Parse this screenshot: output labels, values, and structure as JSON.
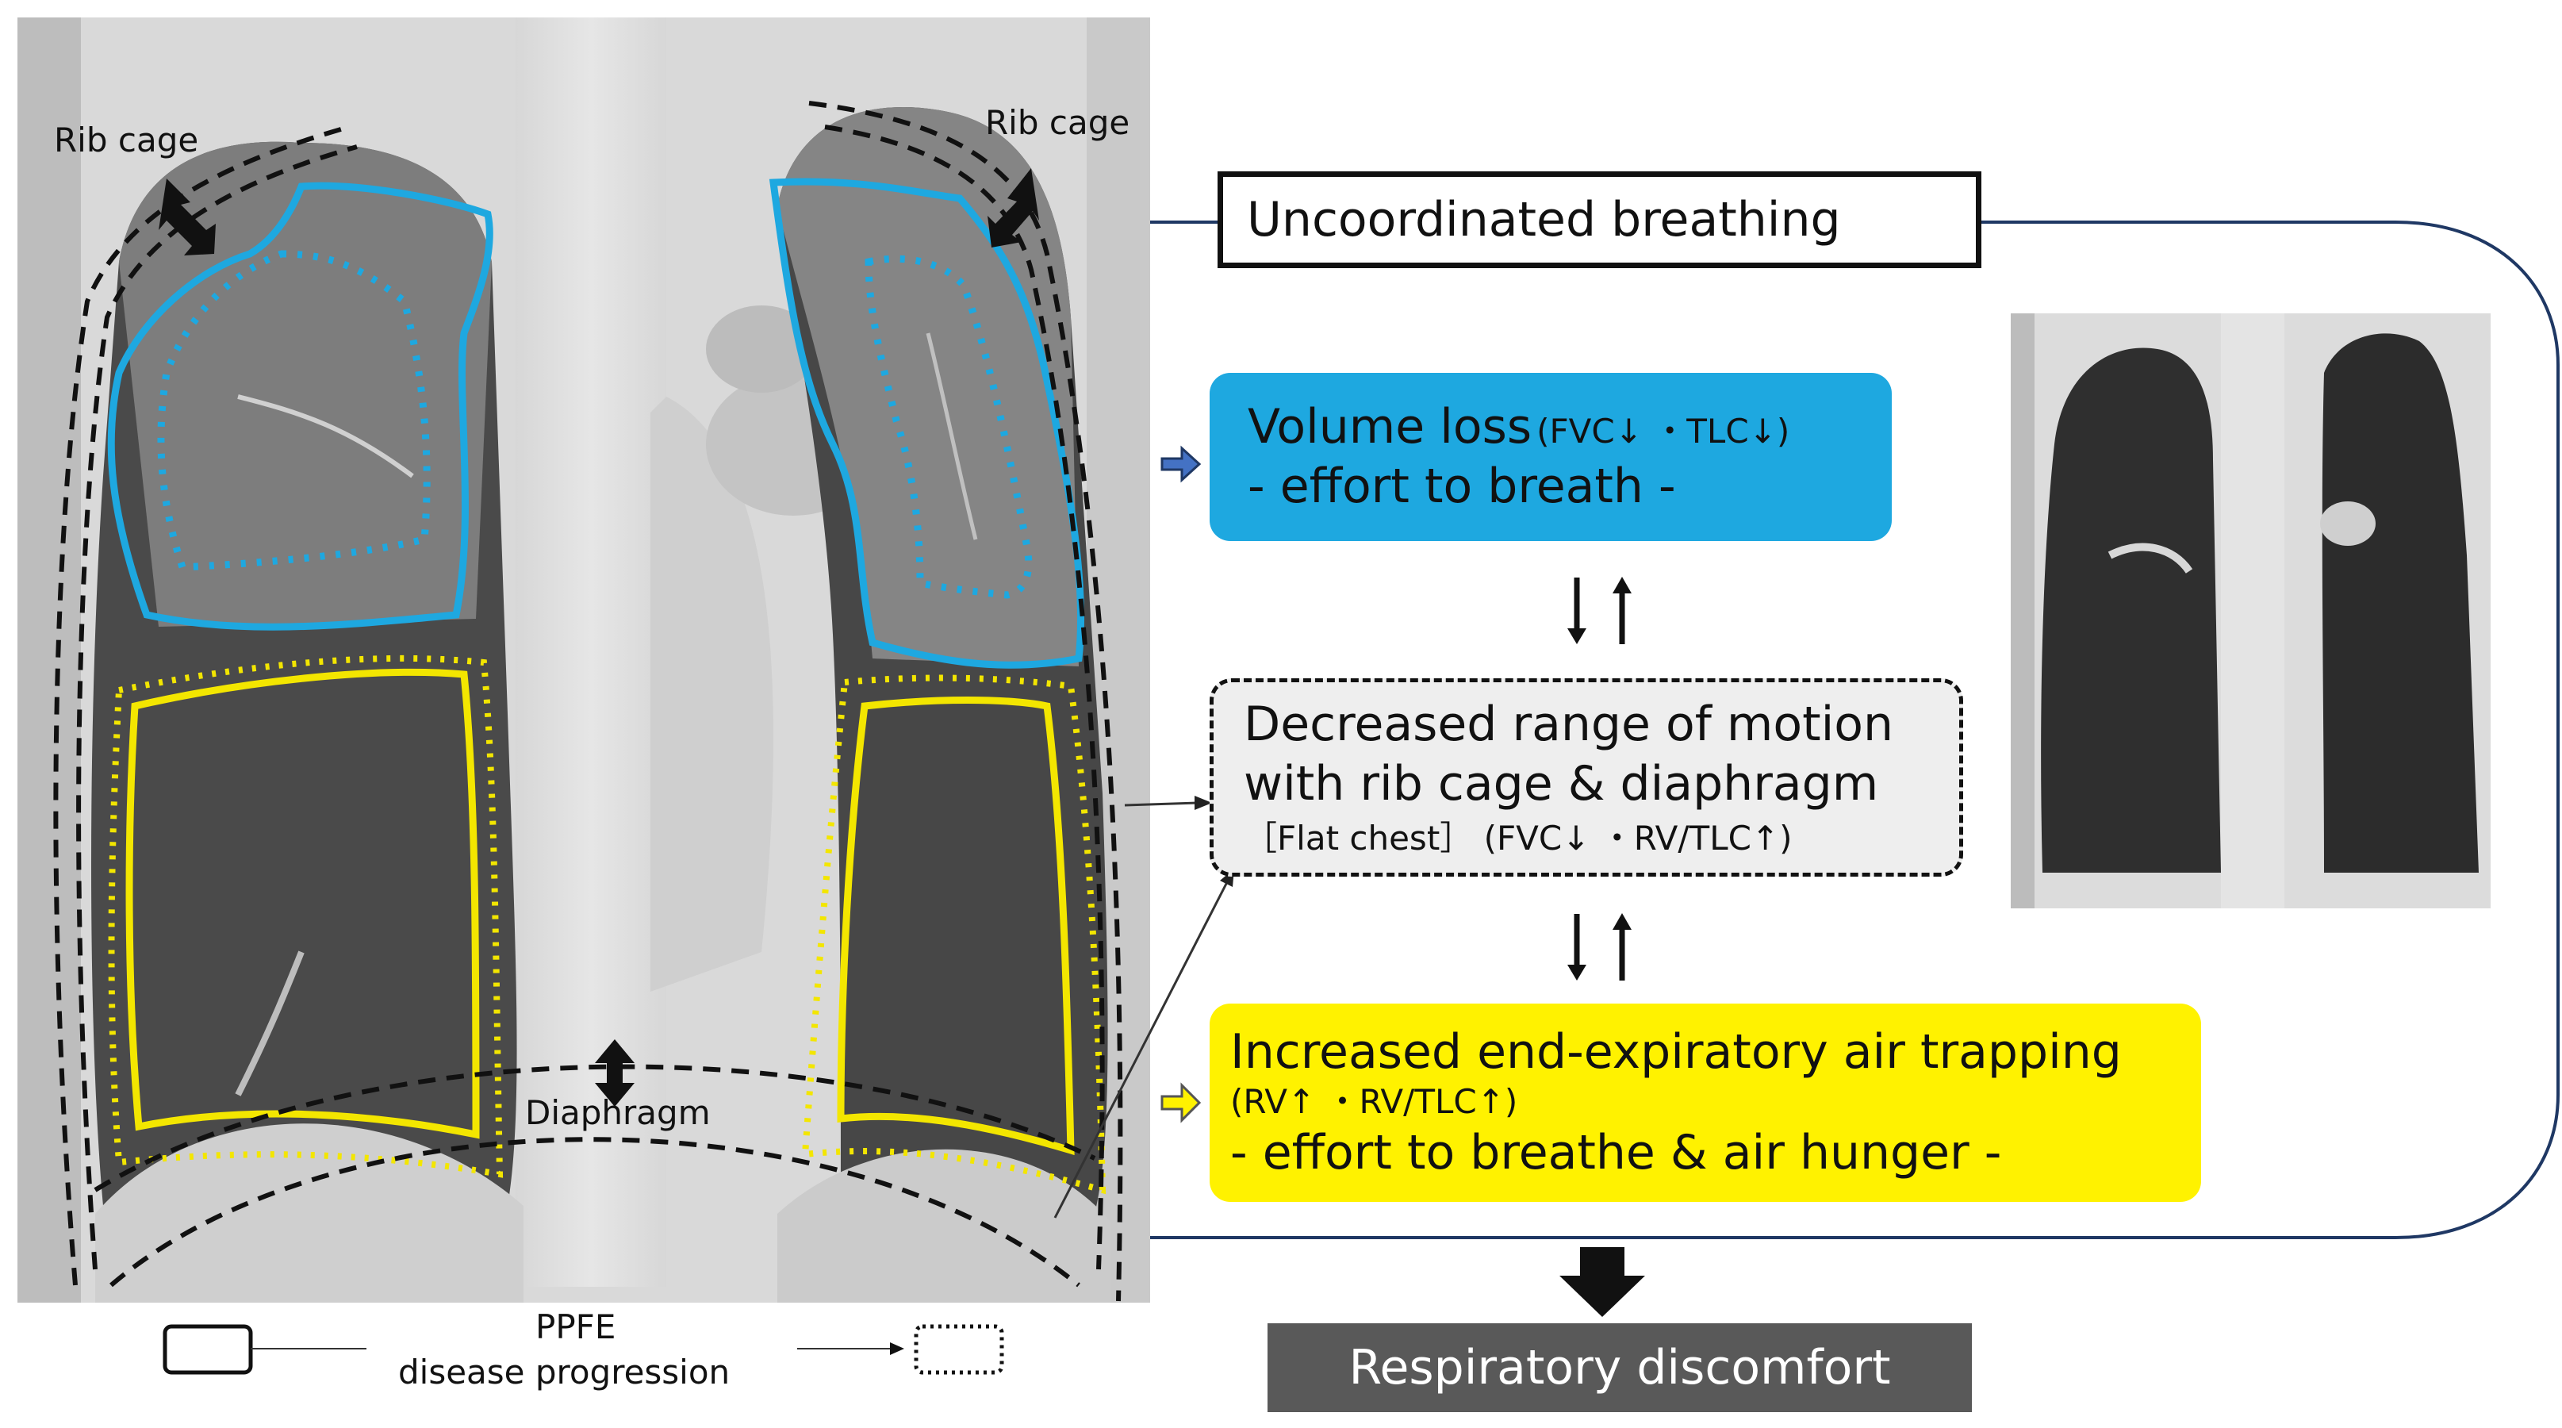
{
  "labels": {
    "rib_cage_left": "Rib cage",
    "rib_cage_right": "Rib cage",
    "diaphragm": "Diaphragm"
  },
  "legend": {
    "line1": "PPFE",
    "line2": "disease progression"
  },
  "flow": {
    "header": "Uncoordinated breathing",
    "volume_loss": {
      "title": "Volume loss",
      "params": "(FVC↓ ・TLC↓)",
      "sub": "- effort to breath -"
    },
    "rom": {
      "line1": "Decreased range of motion",
      "line2": "with rib cage & diaphragm",
      "line3": "［Flat chest］ (FVC↓ ・RV/TLC↑)"
    },
    "air_trapping": {
      "line1": "Increased end-expiratory air trapping",
      "line2": "(RV↑ ・RV/TLC↑)",
      "line3": "- effort to breathe & air hunger -"
    },
    "outcome": "Respiratory discomfort"
  },
  "colors": {
    "blue": "#1ea8e0",
    "yellow": "#fff200",
    "yellow_outline": "#f3e600",
    "outcome_bg": "#595959",
    "rom_bg": "#eeeeee",
    "frame_line": "#1f3864"
  }
}
